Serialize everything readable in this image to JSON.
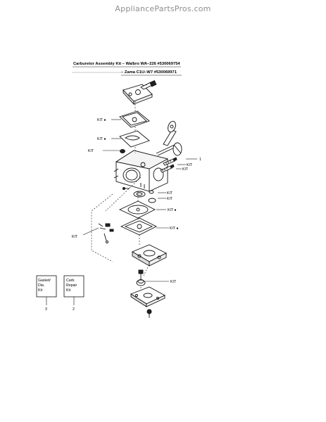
{
  "watermark": "AppliancePartsPros.com",
  "title_line1": "Carburetor Assembly Kit – Walbro WA–226 #530069754",
  "title_line2": "– Zama C1U–W7 #530069971",
  "labels": {
    "kit": "KIT",
    "kit_bullet": "KIT ●",
    "bullet_kit": "● KIT",
    "kit_plain_left": "KIT",
    "ref_one": "1"
  },
  "boxes": [
    {
      "lines": [
        "Gasket/",
        "Dia.",
        "Kit"
      ],
      "number": "3"
    },
    {
      "lines": [
        "Carb.",
        "Repair",
        "Kit"
      ],
      "number": "2"
    }
  ]
}
